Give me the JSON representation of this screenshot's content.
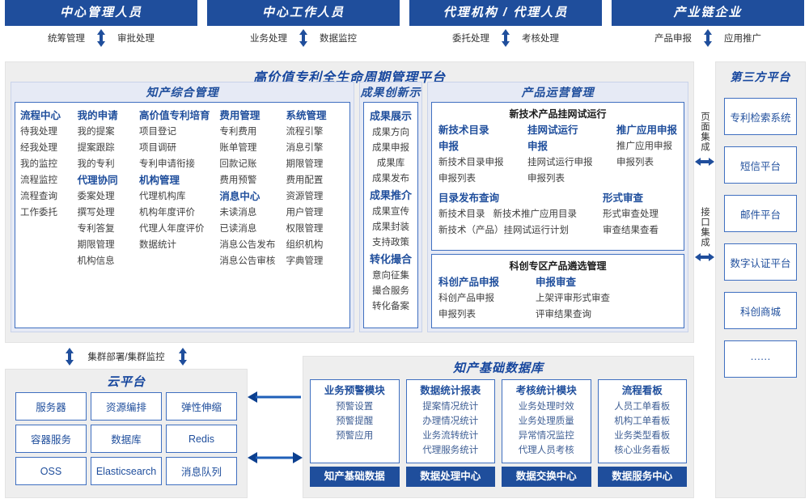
{
  "actors": [
    {
      "title": "中心管理人员",
      "left": "统筹管理",
      "right": "审批处理"
    },
    {
      "title": "中心工作人员",
      "left": "业务处理",
      "right": "数据监控"
    },
    {
      "title": "代理机构 / 代理人员",
      "left": "委托处理",
      "right": "考核处理"
    },
    {
      "title": "产业链企业",
      "left": "产品申报",
      "right": "应用推广"
    }
  ],
  "platform": {
    "title": "高价值专利全生命周期管理平台",
    "zhichan": {
      "title": "知产综合管理",
      "columns": [
        {
          "groups": [
            {
              "header": "流程中心",
              "items": [
                "待我处理",
                "经我处理",
                "我的监控",
                "流程监控",
                "流程查询",
                "工作委托"
              ]
            }
          ]
        },
        {
          "groups": [
            {
              "header": "我的申请",
              "items": [
                "我的提案",
                "提案跟踪",
                "我的专利"
              ]
            },
            {
              "header": "代理协同",
              "items": [
                "委案处理",
                "撰写处理",
                "专利答复",
                "期限管理",
                "机构信息"
              ]
            }
          ]
        },
        {
          "groups": [
            {
              "header": "高价值专利培育",
              "items": [
                "项目登记",
                "项目调研",
                "专利申请衔接"
              ]
            },
            {
              "header": "机构管理",
              "items": [
                "代理机构库",
                "机构年度评价",
                "代理人年度评价",
                "数据统计"
              ]
            }
          ]
        },
        {
          "groups": [
            {
              "header": "费用管理",
              "items": [
                "专利费用",
                "账单管理",
                "回款记账",
                "费用预警"
              ]
            },
            {
              "header": "消息中心",
              "items": [
                "未读消息",
                "已读消息",
                "消息公告发布",
                "消息公告审核"
              ]
            }
          ]
        },
        {
          "groups": [
            {
              "header": "系统管理",
              "items": [
                "流程引擎",
                "消息引擎",
                "期限管理",
                "费用配置",
                "资源管理",
                "用户管理",
                "权限管理",
                "组织机构",
                "字典管理"
              ]
            }
          ]
        }
      ]
    },
    "chengguo": {
      "title": "成果创新示范",
      "groups": [
        {
          "header": "成果展示",
          "items": [
            "成果方向",
            "成果申报",
            "成果库",
            "成果发布"
          ]
        },
        {
          "header": "成果推介",
          "items": [
            "成果宣传",
            "成果封装",
            "支持政策"
          ]
        },
        {
          "header": "转化撮合",
          "items": [
            "意向征集",
            "撮合服务",
            "转化备案"
          ]
        }
      ]
    },
    "chanpin": {
      "title": "产品运营管理",
      "box1": {
        "title": "新技术产品挂网试运行",
        "columns": [
          {
            "header": "新技术目录申报",
            "items": [
              "新技术目录申报",
              "申报列表"
            ]
          },
          {
            "header": "挂网试运行申报",
            "items": [
              "挂网试运行申报",
              "申报列表"
            ]
          },
          {
            "header": "推广应用申报",
            "items": [
              "推广应用申报",
              "申报列表"
            ]
          }
        ],
        "row2_left": {
          "header": "目录发布查询",
          "line1": [
            "新技术目录",
            "新技术推广应用目录"
          ],
          "line2": "新技术（产品）挂网试运行计划"
        },
        "row2_right": {
          "header": "形式审查",
          "items": [
            "形式审查处理",
            "审查结果查看"
          ]
        }
      },
      "box2": {
        "title": "科创专区产品遴选管理",
        "columns": [
          {
            "header": "科创产品申报",
            "items": [
              "科创产品申报",
              "申报列表"
            ]
          },
          {
            "header": "申报审查",
            "items": [
              "上架评审形式审查",
              "评审结果查询"
            ]
          }
        ]
      }
    }
  },
  "integration": [
    {
      "label": "页面集成"
    },
    {
      "label": "接口集成"
    }
  ],
  "third_party": {
    "title": "第三方平台",
    "items": [
      "专利检索系统",
      "短信平台",
      "邮件平台",
      "数字认证平台",
      "科创商城",
      "······"
    ]
  },
  "cluster_label": "集群部署/集群监控",
  "cloud": {
    "title": "云平台",
    "cells": [
      "服务器",
      "资源编排",
      "弹性伸缩",
      "容器服务",
      "数据库",
      "Redis",
      "OSS",
      "Elasticsearch",
      "消息队列"
    ]
  },
  "kdb": {
    "title": "知产基础数据库",
    "columns": [
      {
        "header": "业务预警模块",
        "items": [
          "预警设置",
          "预警提醒",
          "预警应用"
        ],
        "footer": "知产基础数据"
      },
      {
        "header": "数据统计报表",
        "items": [
          "提案情况统计",
          "办理情况统计",
          "业务流转统计",
          "代理服务统计"
        ],
        "footer": "数据处理中心"
      },
      {
        "header": "考核统计模块",
        "items": [
          "业务处理时效",
          "业务处理质量",
          "异常情况监控",
          "代理人员考核"
        ],
        "footer": "数据交换中心"
      },
      {
        "header": "流程看板",
        "items": [
          "人员工单看板",
          "机构工单看板",
          "业务类型看板",
          "核心业务看板"
        ],
        "footer": "数据服务中心"
      }
    ]
  },
  "colors": {
    "brand_blue": "#1f4e9c",
    "header_blue": "#17479e",
    "panel_bg": "#eeeeee",
    "group_bg": "#e6eaf5",
    "border_blue": "#3f6fc0"
  }
}
